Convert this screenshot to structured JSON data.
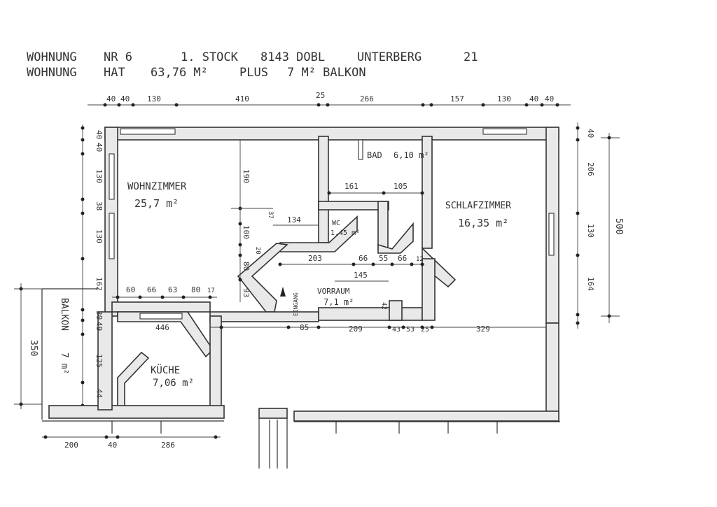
{
  "header": {
    "line1": [
      "WOHNUNG",
      "NR 6",
      "1. STOCK",
      "8143 DOBL",
      "UNTERBERG",
      "21"
    ],
    "line2": [
      "WOHNUNG",
      "HAT",
      "63,76 M²",
      "PLUS",
      "7 M² BALKON"
    ]
  },
  "rooms": {
    "wohnzimmer": {
      "name": "WOHNZIMMER",
      "area": "25,7 m²"
    },
    "schlafzimmer": {
      "name": "SCHLAFZIMMER",
      "area": "16,35 m²"
    },
    "bad": {
      "name": "BAD",
      "area": "6,10 m²"
    },
    "wc": {
      "name": "WC",
      "area": "1,45 m²"
    },
    "vorraum": {
      "name": "VORRAUM",
      "area": "7,1 m²"
    },
    "kueche": {
      "name": "KÜCHE",
      "area": "7,06 m²"
    },
    "balkon": {
      "name": "BALKON",
      "area": "7 m²"
    },
    "eingang": "EINGANG"
  },
  "dimensions": {
    "top": [
      "40",
      "40",
      "130",
      "410",
      "25",
      "266",
      "157",
      "130",
      "40",
      "40"
    ],
    "left": [
      "40",
      "40",
      "130",
      "38",
      "130",
      "162",
      "30",
      "49",
      "125",
      "44"
    ],
    "right": [
      "40",
      "206",
      "130",
      "164"
    ],
    "right_total": "500",
    "balcony_height": "350",
    "bottom": [
      "200",
      "40",
      "286"
    ],
    "wohnzimmer_inner": [
      "190",
      "37",
      "100",
      "20",
      "80",
      "93"
    ],
    "wc_width": "134",
    "bad_row": [
      "161",
      "105"
    ],
    "corridor_row": [
      "203",
      "66",
      "55",
      "66",
      "12"
    ],
    "corridor_145": "145",
    "kitchen_row": [
      "60",
      "66",
      "63",
      "80",
      "17"
    ],
    "vorraum_small": "42",
    "hall_row": [
      "446",
      "85",
      "209",
      "43",
      "53",
      "25",
      "329"
    ]
  }
}
